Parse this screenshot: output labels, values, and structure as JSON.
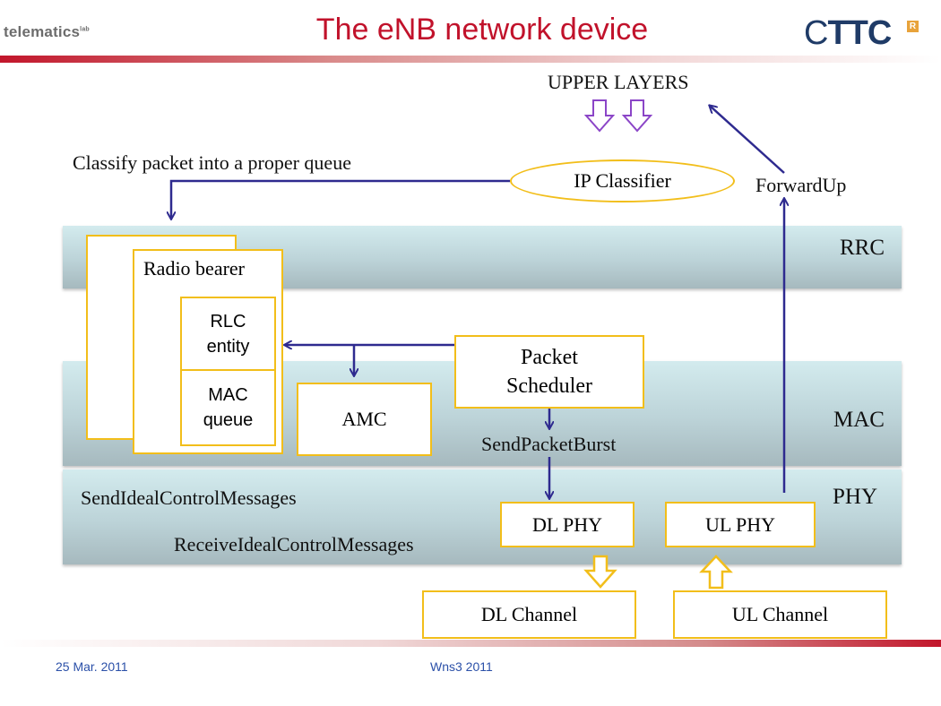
{
  "header": {
    "logo_left": "telematics",
    "logo_left_suffix": "lab",
    "title": "The eNB network device",
    "logo_right_thin": "C",
    "logo_right_bold": "TTC",
    "logo_right_badge": "R"
  },
  "diagram": {
    "upper_layers": "UPPER LAYERS",
    "classify_text": "Classify packet into a proper queue",
    "ip_classifier": "IP Classifier",
    "forward_up": "ForwardUp",
    "layers": {
      "rrc": "RRC",
      "mac": "MAC",
      "phy": "PHY"
    },
    "radio_bearer": "Radio bearer",
    "rlc_entity": [
      "RLC",
      "entity"
    ],
    "mac_queue": [
      "MAC",
      "queue"
    ],
    "amc": "AMC",
    "packet_scheduler": [
      "Packet",
      "Scheduler"
    ],
    "send_packet_burst": "SendPacketBurst",
    "send_ideal_control": "SendIdealControlMessages",
    "receive_ideal_control": "ReceiveIdealControlMessages",
    "dl_phy": "DL PHY",
    "ul_phy": "UL PHY",
    "dl_channel": "DL Channel",
    "ul_channel": "UL Channel"
  },
  "footer": {
    "date": "25 Mar. 2011",
    "event": "Wns3 2011"
  },
  "colors": {
    "title_red": "#c1122b",
    "box_border": "#f2be1a",
    "arrow_blue": "#2e2a8f",
    "purple_arrow": "#8b45c7",
    "footer_blue": "#2b50a8"
  }
}
